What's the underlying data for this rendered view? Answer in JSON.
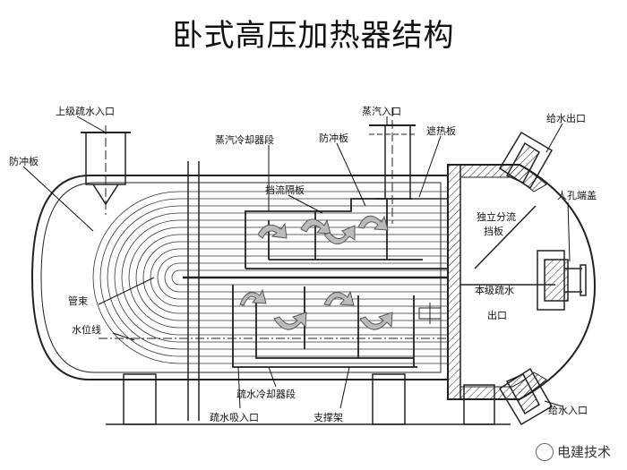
{
  "title": "卧式高压加热器结构",
  "labels": {
    "upper_drain_inlet": "上级疏水入口",
    "impingement_plate_left": "防冲板",
    "steam_cooler_section": "蒸汽冷却器段",
    "impingement_plate_mid": "防冲板",
    "steam_inlet": "蒸汽入口",
    "heat_shield": "遮热板",
    "feedwater_outlet": "给水出口",
    "baffle_plate": "挡流隔板",
    "independent_partition": "独立分流",
    "partition_plate": "挡板",
    "manhole_cover": "人孔端盖",
    "tube_bundle": "管束",
    "final_drain_outlet_1": "本级疏水",
    "final_drain_outlet_2": "出口",
    "water_level_line": "水位线",
    "drain_cooler_section": "疏水冷却器段",
    "drain_suction_inlet": "疏水吸入口",
    "support": "支撑架",
    "feedwater_inlet": "给水入口"
  },
  "watermark": "电建技术"
}
